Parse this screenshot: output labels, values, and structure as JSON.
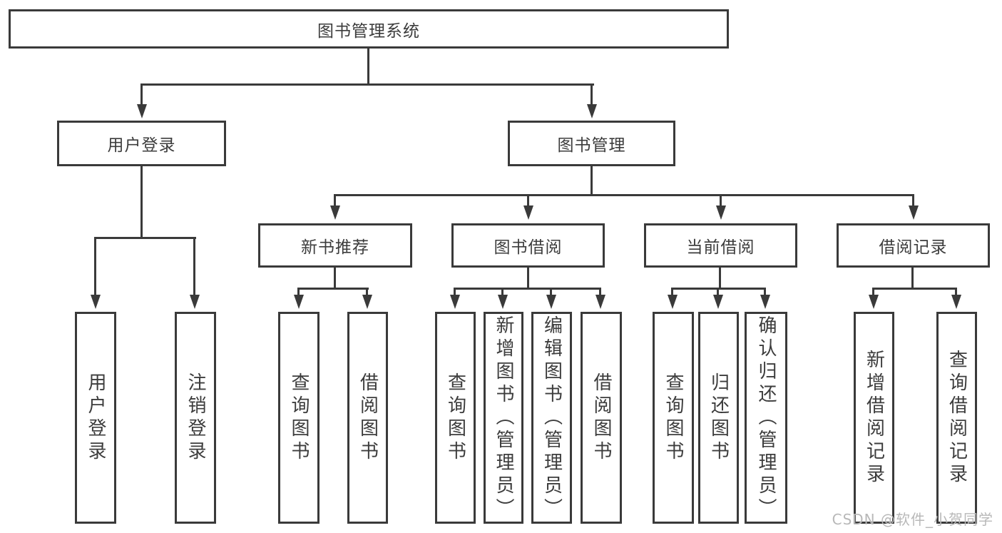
{
  "diagram": {
    "type": "hierarchy-tree",
    "root": {
      "label": "图书管理系统"
    },
    "level2": [
      {
        "label": "用户登录"
      },
      {
        "label": "图书管理"
      }
    ],
    "level3": [
      {
        "label": "新书推荐",
        "parent": "图书管理"
      },
      {
        "label": "图书借阅",
        "parent": "图书管理"
      },
      {
        "label": "当前借阅",
        "parent": "图书管理"
      },
      {
        "label": "借阅记录",
        "parent": "图书管理"
      }
    ],
    "leaves": [
      {
        "label": "用户登录",
        "parent": "用户登录"
      },
      {
        "label": "注销登录",
        "parent": "用户登录"
      },
      {
        "label": "查询图书",
        "parent": "新书推荐"
      },
      {
        "label": "借阅图书",
        "parent": "新书推荐"
      },
      {
        "label": "查询图书",
        "parent": "图书借阅"
      },
      {
        "label": "新增图书（管理员）",
        "parent": "图书借阅"
      },
      {
        "label": "编辑图书（管理员）",
        "parent": "图书借阅"
      },
      {
        "label": "借阅图书",
        "parent": "图书借阅"
      },
      {
        "label": "查询图书",
        "parent": "当前借阅"
      },
      {
        "label": "归还图书",
        "parent": "当前借阅"
      },
      {
        "label": "确认归还（管理员）",
        "parent": "当前借阅"
      },
      {
        "label": "新增借阅记录",
        "parent": "借阅记录"
      },
      {
        "label": "查询借阅记录",
        "parent": "借阅记录"
      }
    ]
  },
  "watermark": {
    "text": "CSDN @软件_小贺同学",
    "color": "#b8b8b8"
  },
  "colors": {
    "line": "#3a3a3a",
    "text": "#3c3c3c",
    "background": "#ffffff"
  }
}
